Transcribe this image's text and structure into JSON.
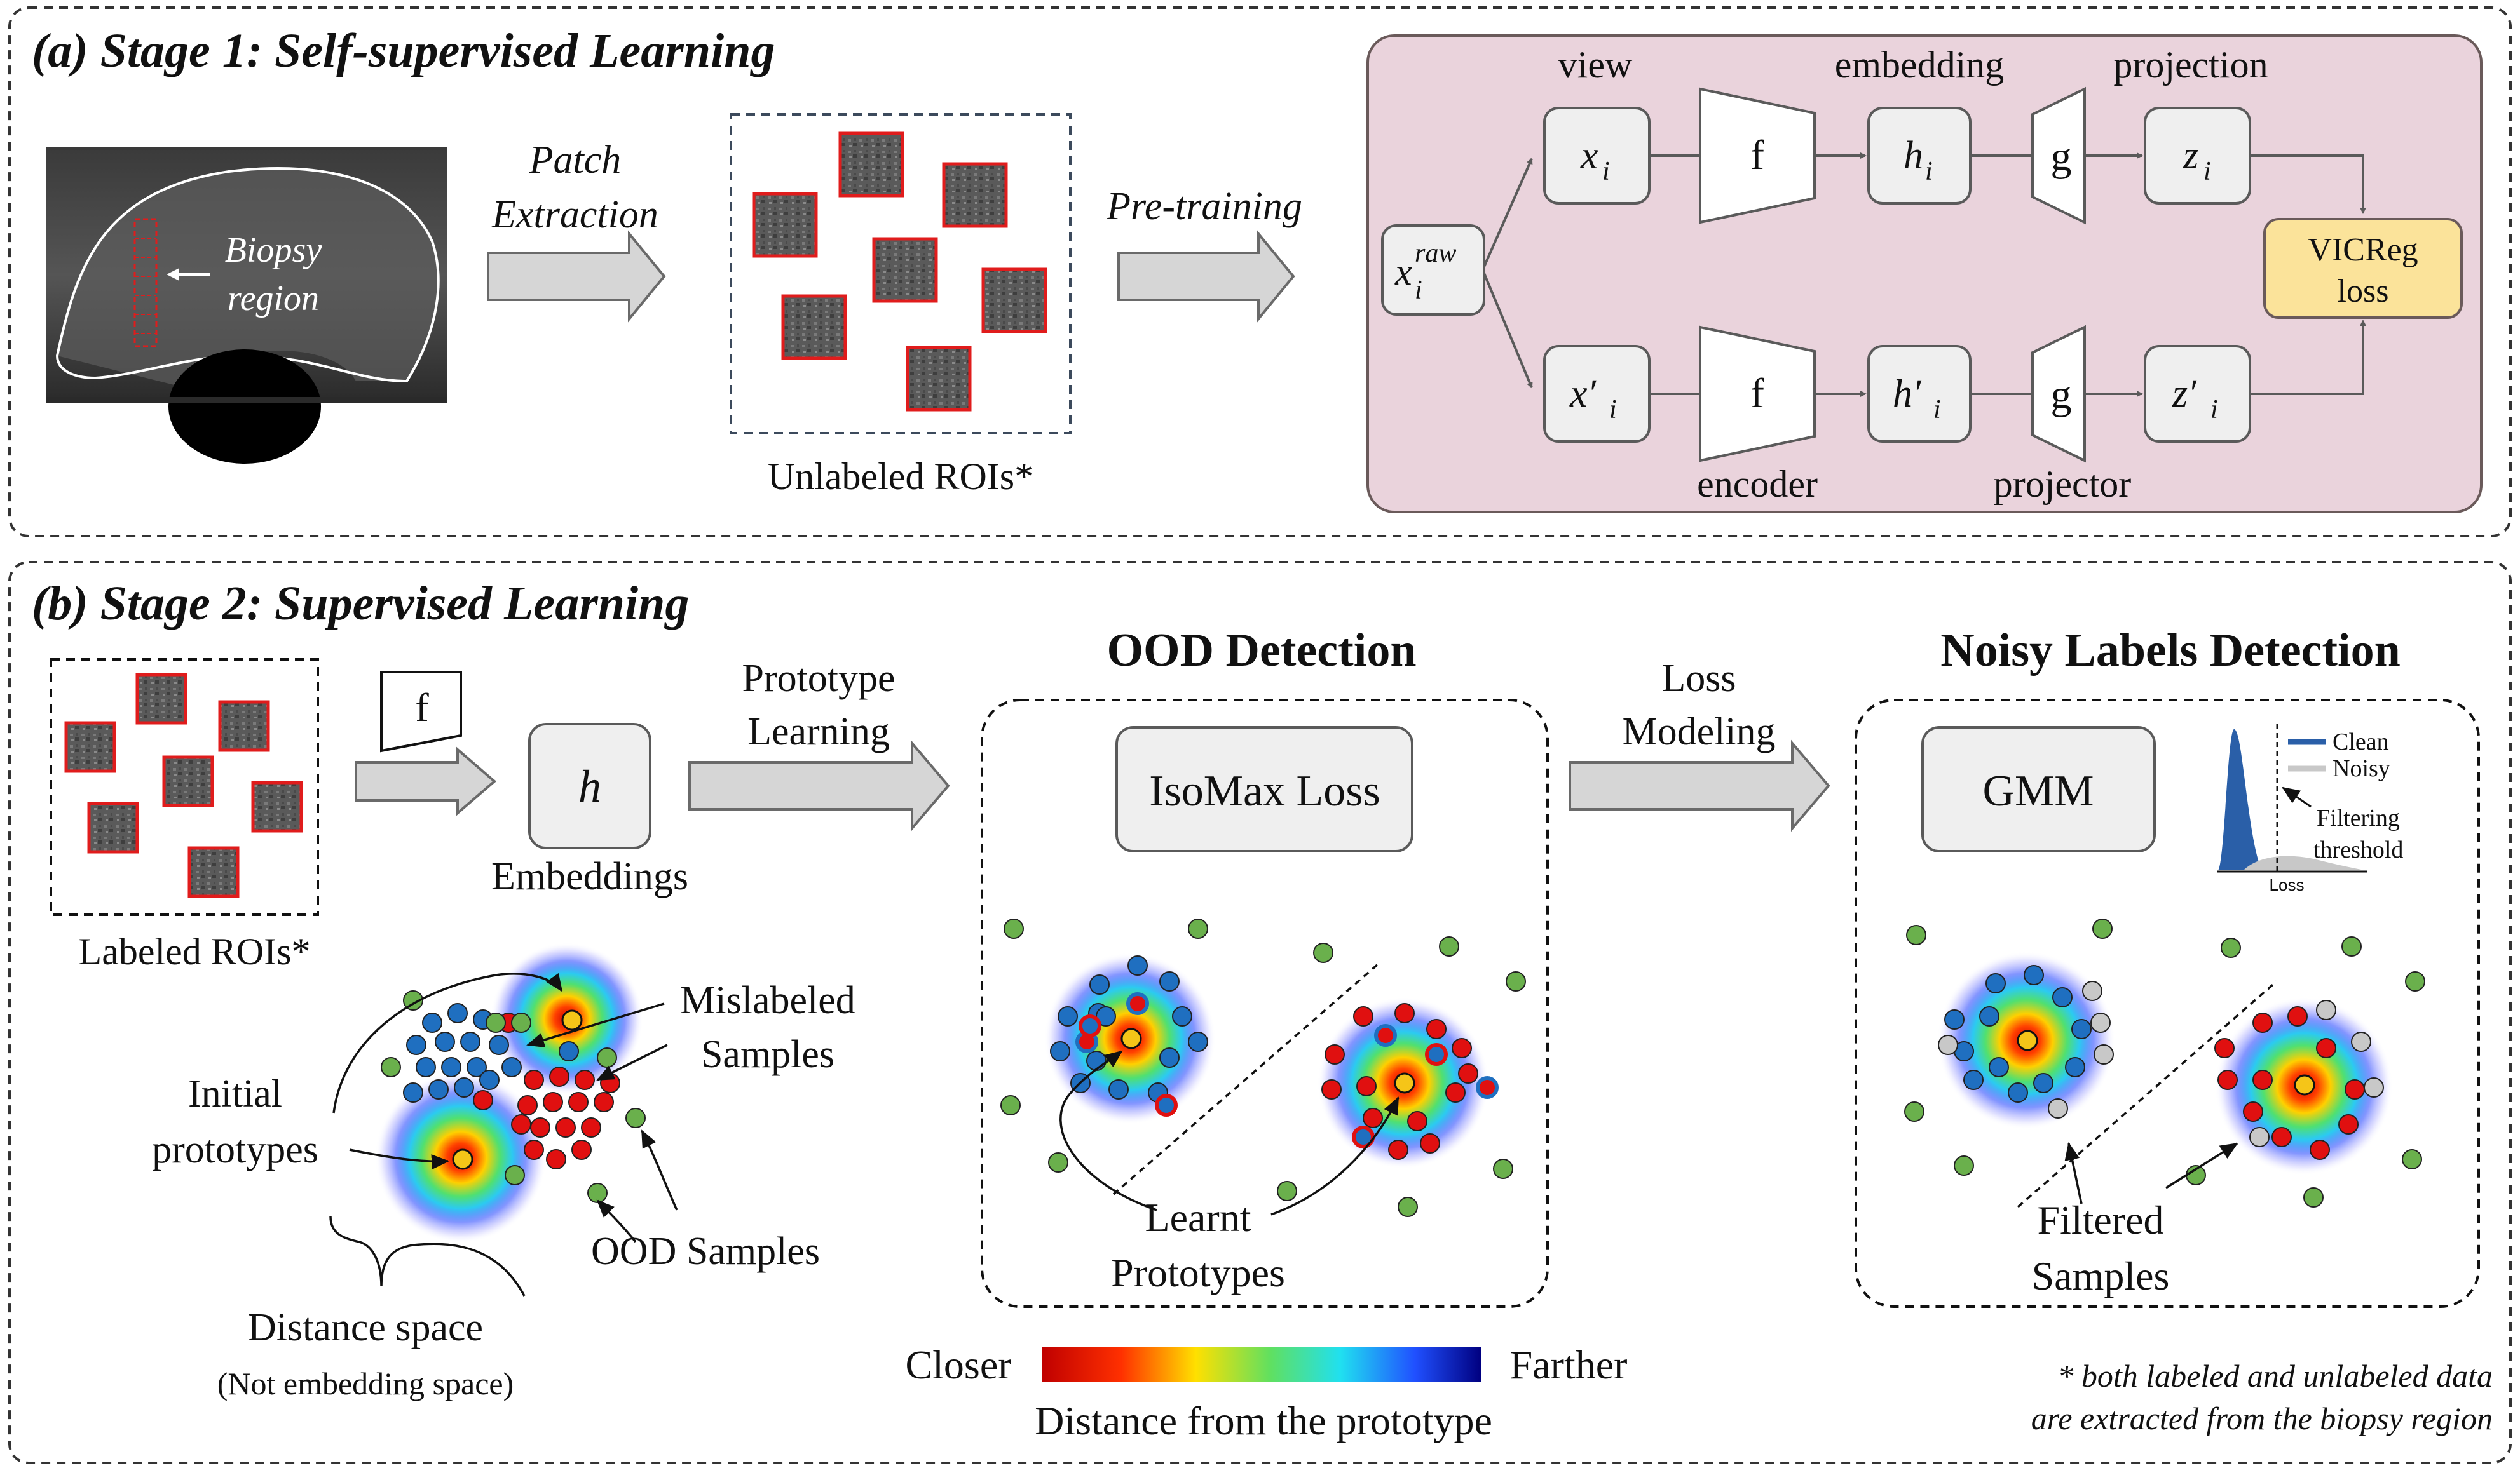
{
  "stage1": {
    "title": "(a) Stage 1: Self-supervised Learning",
    "biopsy_label_1": "Biopsy",
    "biopsy_label_2": "region",
    "arrow_patch_1": "Patch",
    "arrow_patch_2": "Extraction",
    "unlabeled_caption": "Unlabeled ROIs*",
    "arrow_pretrain": "Pre-training",
    "pipeline": {
      "hdr_view": "view",
      "hdr_embedding": "embedding",
      "hdr_projection": "projection",
      "lbl_encoder": "encoder",
      "lbl_projector": "projector",
      "x_raw_base": "x",
      "x_raw_sup": "raw",
      "x_raw_sub": "i",
      "xi_base": "x",
      "xi_sub": "i",
      "hi_base": "h",
      "hi_sub": "i",
      "zi_base": "z",
      "zi_sub": "i",
      "xpi_base": "x′",
      "xpi_sub": "i",
      "hpi_base": "h′",
      "hpi_sub": "i",
      "zpi_base": "z′",
      "zpi_sub": "i",
      "f_label": "f",
      "g_label": "g",
      "loss_line1": "VICReg",
      "loss_line2": "loss"
    }
  },
  "stage2": {
    "title": "(b) Stage 2: Supervised Learning",
    "labeled_caption": "Labeled ROIs*",
    "f_label": "f",
    "h_label": "h",
    "embeddings_caption": "Embeddings",
    "arrow_proto_1": "Prototype",
    "arrow_proto_2": "Learning",
    "ood_title": "OOD Detection",
    "isomax_label": "IsoMax Loss",
    "arrow_loss_1": "Loss",
    "arrow_loss_2": "Modeling",
    "noisy_title": "Noisy Labels Detection",
    "gmm_label": "GMM",
    "legend_clean": "Clean",
    "legend_noisy": "Noisy",
    "filter_1": "Filtering",
    "filter_2": "threshold",
    "hist_xlabel": "Loss",
    "mislabeled_1": "Mislabeled",
    "mislabeled_2": "Samples",
    "initial_1": "Initial",
    "initial_2": "prototypes",
    "ood_samples": "OOD Samples",
    "distance_space": "Distance space",
    "not_embedding": "(Not embedding space)",
    "learnt_1": "Learnt",
    "learnt_2": "Prototypes",
    "filtered_1": "Filtered",
    "filtered_2": "Samples",
    "colorbar_closer": "Closer",
    "colorbar_farther": "Farther",
    "colorbar_caption": "Distance from the prototype",
    "footnote_1": "* both labeled and unlabeled data",
    "footnote_2": "are extracted from the biopsy region"
  },
  "colors": {
    "pipeline_panel": "#ead3dc",
    "loss_box": "#fbe39a",
    "blue_dot": "#1f6fc0",
    "red_dot": "#e01010",
    "green_dot": "#6ab04c",
    "gray_dot": "#c8c8c8",
    "prototype": "#f5c518"
  }
}
